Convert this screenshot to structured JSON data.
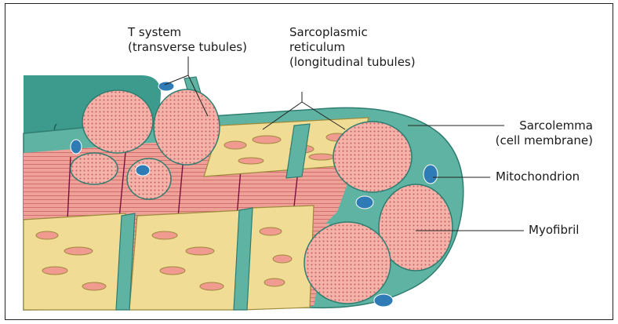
{
  "figure": {
    "labels": {
      "t_system": {
        "line1": "T system",
        "line2": "(transverse tubules)"
      },
      "sarcoplasmic_reticulum": {
        "line1": "Sarcoplasmic",
        "line2": "reticulum",
        "line3": "(longitudinal tubules)"
      },
      "sarcolemma": {
        "line1": "Sarcolemma",
        "line2": "(cell membrane)"
      },
      "mitochondrion": "Mitochondrion",
      "myofibril": "Myofibril"
    },
    "colors": {
      "sarcolemma": "#3d9b8d",
      "membrane_light": "#8fd0c0",
      "myofibril": "#f2a9a0",
      "myofibril_dots": "#c9646a",
      "sarcoplasmic_reticulum": "#f1dc95",
      "reticulum_edge": "#9c8a3a",
      "mitochondrion": "#2f7bb5",
      "z_line": "#7a1040"
    }
  }
}
